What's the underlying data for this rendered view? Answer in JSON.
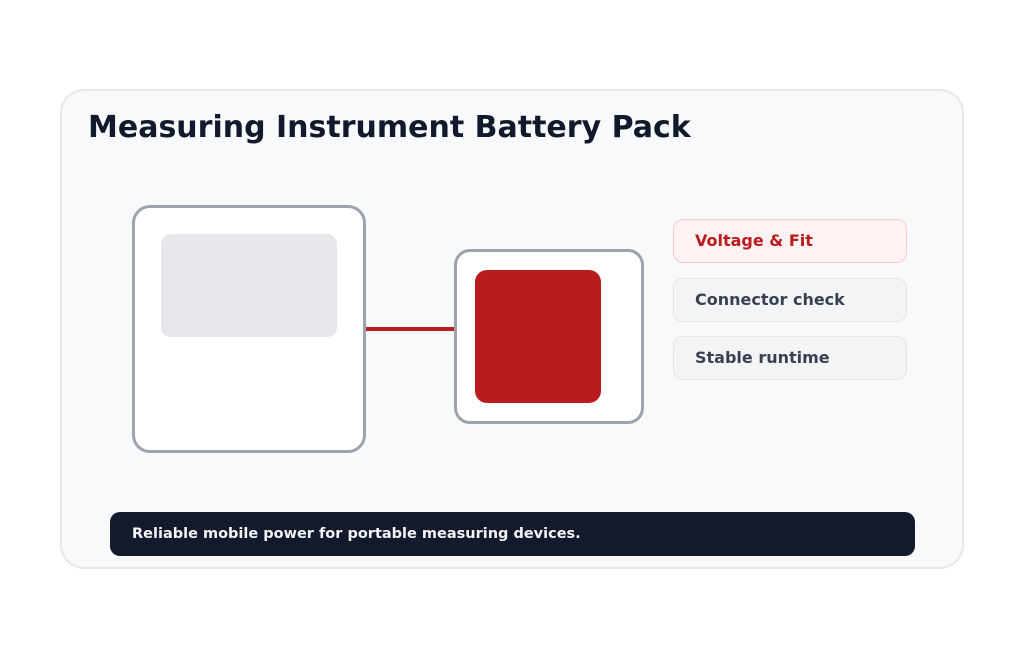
{
  "header": {
    "title": "Measuring Instrument Battery Pack"
  },
  "diagram": {
    "device": {
      "icon": "measuring-device-icon"
    },
    "cable": {
      "color": "#b91c1c"
    },
    "battery_pack": {
      "icon": "battery-pack-icon",
      "color": "#b91c1c"
    }
  },
  "features": [
    {
      "label": "Voltage & Fit",
      "active": true
    },
    {
      "label": "Connector check",
      "active": false
    },
    {
      "label": "Stable runtime",
      "active": false
    }
  ],
  "footer": {
    "text": "Reliable mobile power for portable measuring devices."
  },
  "colors": {
    "accent": "#b91c1c",
    "dark": "#131a2b",
    "title": "#111a2c"
  }
}
